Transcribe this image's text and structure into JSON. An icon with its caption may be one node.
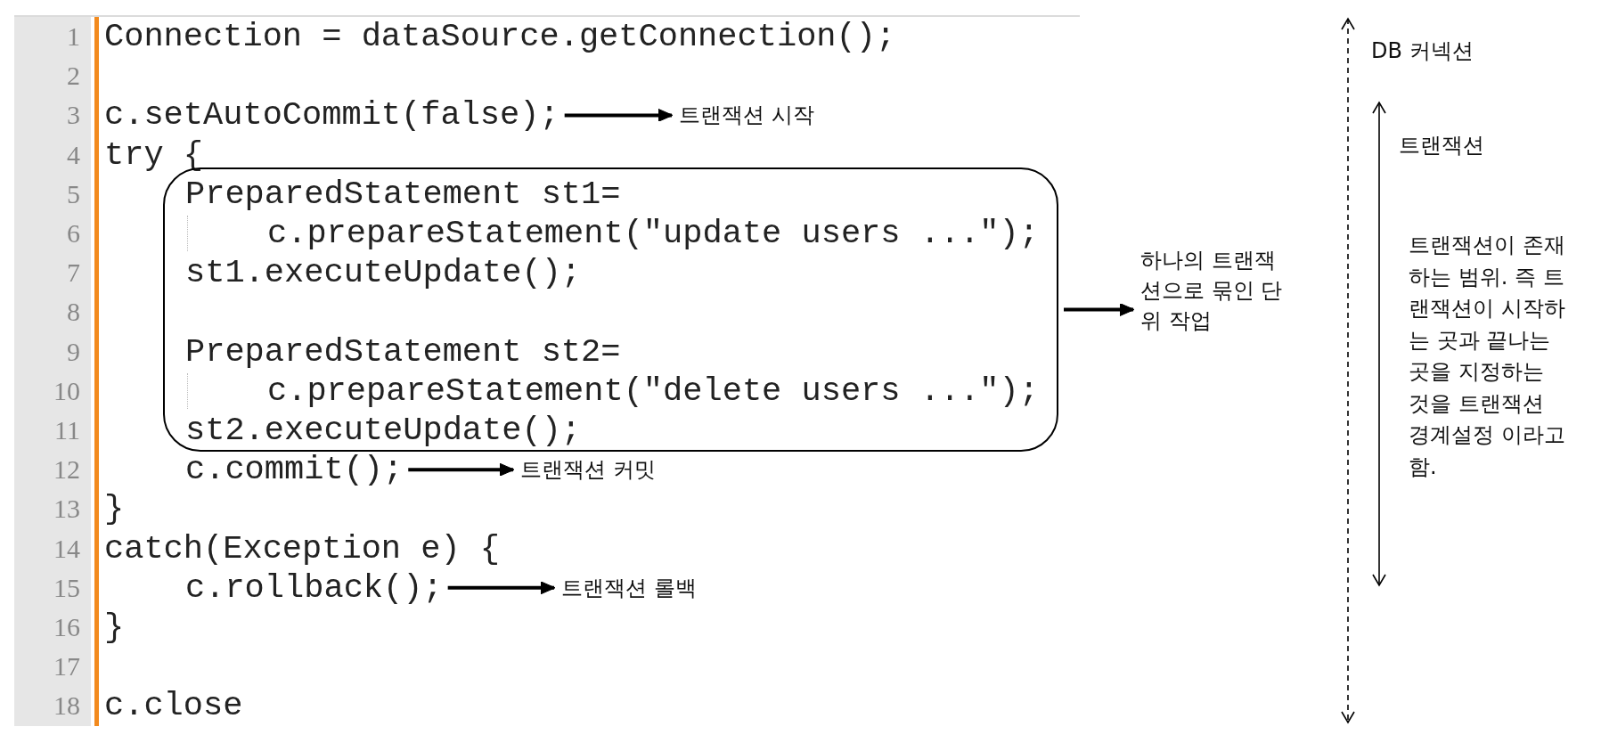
{
  "diagram": {
    "nodes": [
      {
        "text": [
          "c.setAutoCommit(false);"
        ]
      },
      {
        "text": [
          "트랜잭션 시작"
        ]
      },
      {
        "text": [
          "PreparedStatement st1=",
          "c.prepareStatement(\"update users ...\");",
          "st1.executeUpdate();",
          "PreparedStatement st2=",
          "c.prepareStatement(\"delete users ...\");",
          "st2.executeUpdate();"
        ]
      },
      {
        "text": [
          "하나의 트랜잭션으로 묶인 단위 작업"
        ]
      },
      {
        "text": [
          "c.commit();"
        ]
      },
      {
        "text": [
          "트랜잭션 커밋"
        ]
      },
      {
        "text": [
          "c.rollback();"
        ]
      },
      {
        "text": [
          "트랜잭션 롤백"
        ]
      }
    ],
    "edges": [
      {
        "from": 0,
        "to": 1,
        "arrow": "to"
      },
      {
        "from": 2,
        "to": 3,
        "arrow": "to"
      },
      {
        "from": 4,
        "to": 5,
        "arrow": "to"
      },
      {
        "from": 6,
        "to": 7,
        "arrow": "to"
      }
    ],
    "labels": [
      "1",
      "2",
      "3",
      "4",
      "5",
      "6",
      "7",
      "8",
      "9",
      "10",
      "11",
      "12",
      "13",
      "14",
      "15",
      "16",
      "17",
      "18",
      "Connection = dataSource.getConnection();",
      "try {",
      "}",
      "catch(Exception e) {",
      "}",
      "c.close",
      "DB 커넥션",
      "트랜잭션",
      "트랜잭션이 존재하는 범위. 즉 트랜잭션이 시작하는 곳과 끝나는 곳을 지정하는 것을 트랜잭션 경계설정 이라고 함."
    ]
  }
}
